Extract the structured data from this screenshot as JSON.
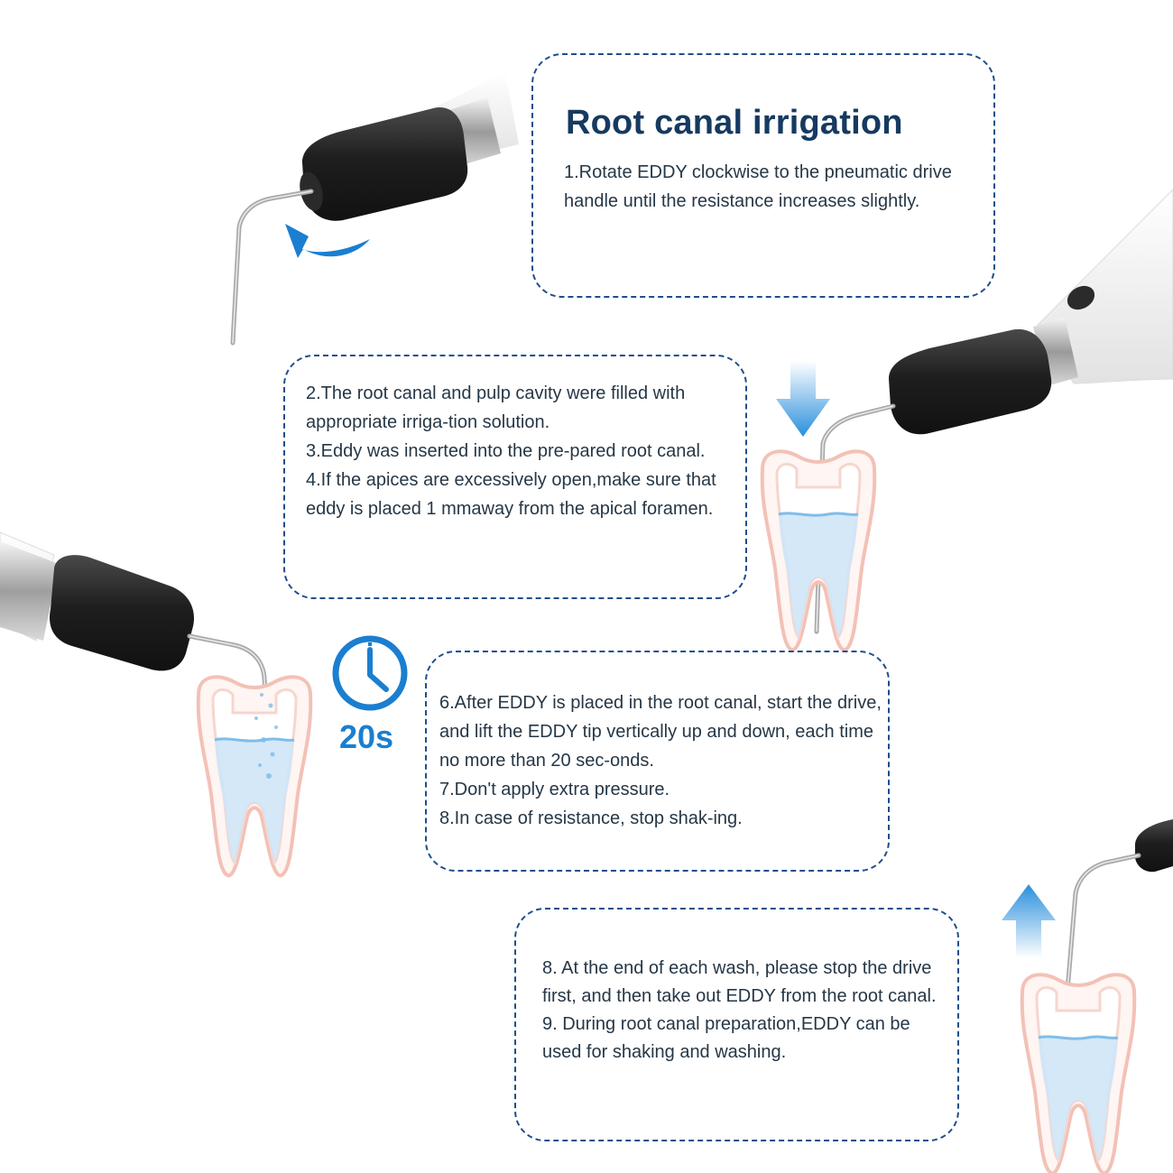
{
  "title": "Root canal irrigation",
  "step1": "1.Rotate EDDY clockwise to the pneumatic drive handle until the resistance increases slightly.",
  "steps_block2": [
    "2.The root canal and pulp cavity were filled with appropriate irriga-tion solution.",
    "3.Eddy was inserted into the pre-pared root canal.",
    "4.If the apices are excessively open,make sure that eddy is placed 1 mmaway from the apical foramen."
  ],
  "steps_block3": [
    "6.After EDDY is placed in the root canal, start the drive, and lift the EDDY tip vertically up and down, each time no more than 20 sec-onds.",
    "7.Don't apply extra pressure.",
    "8.In case of resistance, stop shak-ing."
  ],
  "steps_block4": [
    "8. At the end of each wash, please stop the drive first, and then take out EDDY from the root canal.",
    "9. During root canal preparation,EDDY can be used for shaking and washing."
  ],
  "timer_label": "20s",
  "colors": {
    "border": "#1f4e8c",
    "title": "#163a60",
    "accent": "#1a7fd0",
    "handpiece_black": "#242424",
    "tooth_pink": "#f6c7be",
    "fluid_blue": "#cfe6f7"
  },
  "icons": [
    "clock-icon",
    "curved-arrow-icon",
    "arrow-down-icon",
    "arrow-up-icon"
  ]
}
